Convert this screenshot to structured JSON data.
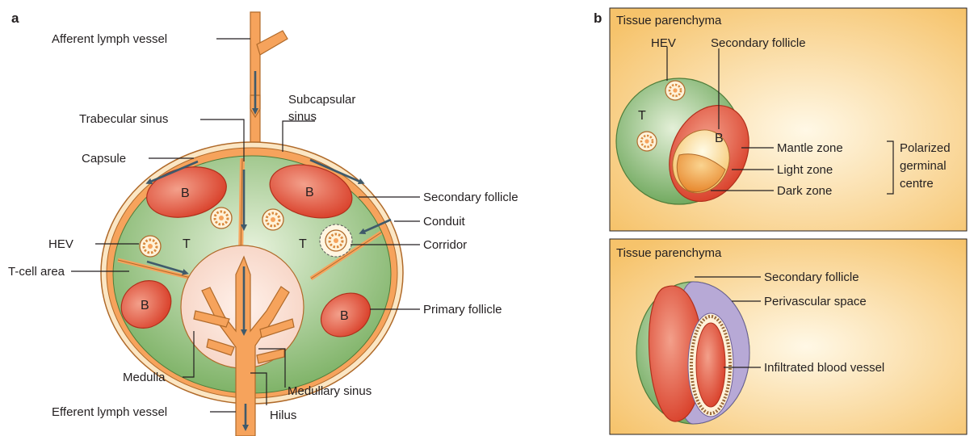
{
  "panel_a": {
    "letter": "a",
    "labels": {
      "afferent": "Afferent lymph vessel",
      "trabecular": "Trabecular sinus",
      "subcapsular_1": "Subcapsular",
      "subcapsular_2": "sinus",
      "capsule": "Capsule",
      "secondary_follicle": "Secondary follicle",
      "conduit": "Conduit",
      "corridor": "Corridor",
      "hev": "HEV",
      "tcell": "T-cell area",
      "primary_follicle": "Primary follicle",
      "medulla": "Medulla",
      "medullary_sinus": "Medullary sinus",
      "efferent": "Efferent lymph vessel",
      "hilus": "Hilus"
    },
    "markers": {
      "b": "B",
      "t": "T"
    }
  },
  "panel_b": {
    "letter": "b",
    "top": {
      "title": "Tissue parenchyma",
      "hev": "HEV",
      "secondary_follicle": "Secondary follicle",
      "mantle": "Mantle zone",
      "light": "Light zone",
      "dark": "Dark zone",
      "pgc_1": "Polarized",
      "pgc_2": "germinal",
      "pgc_3": "centre"
    },
    "bottom": {
      "title": "Tissue parenchyma",
      "secondary_follicle": "Secondary follicle",
      "perivascular": "Perivascular space",
      "infiltrated": "Infiltrated blood vessel"
    }
  },
  "colors": {
    "green": "#8cc63f",
    "red": "#e8452c",
    "orange": "#f4a460",
    "beige": "#fbd27c",
    "medulla": "#fbe3d6",
    "lavender": "#b7a9d6",
    "arrow": "#3f5a6b"
  }
}
